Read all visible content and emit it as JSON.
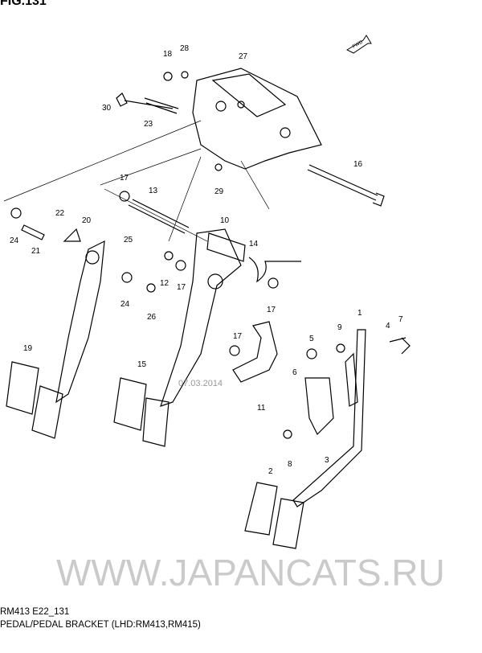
{
  "figure": {
    "title": "FIG.131",
    "code": "RM413 E22_131",
    "caption": "PEDAL/PEDAL BRACKET (LHD:RM413,RM415)",
    "direction_badge": "FWD",
    "watermark": "WWW.JAPANCATS.RU",
    "date_stamp": "07.03.2014"
  },
  "callouts": [
    "28",
    "18",
    "27",
    "30",
    "23",
    "16",
    "17",
    "13",
    "29",
    "24",
    "22",
    "20",
    "21",
    "25",
    "10",
    "14",
    "12",
    "17",
    "24",
    "26",
    "17",
    "1",
    "9",
    "5",
    "4",
    "7",
    "19",
    "15",
    "6",
    "11",
    "8",
    "3",
    "2",
    "17"
  ]
}
